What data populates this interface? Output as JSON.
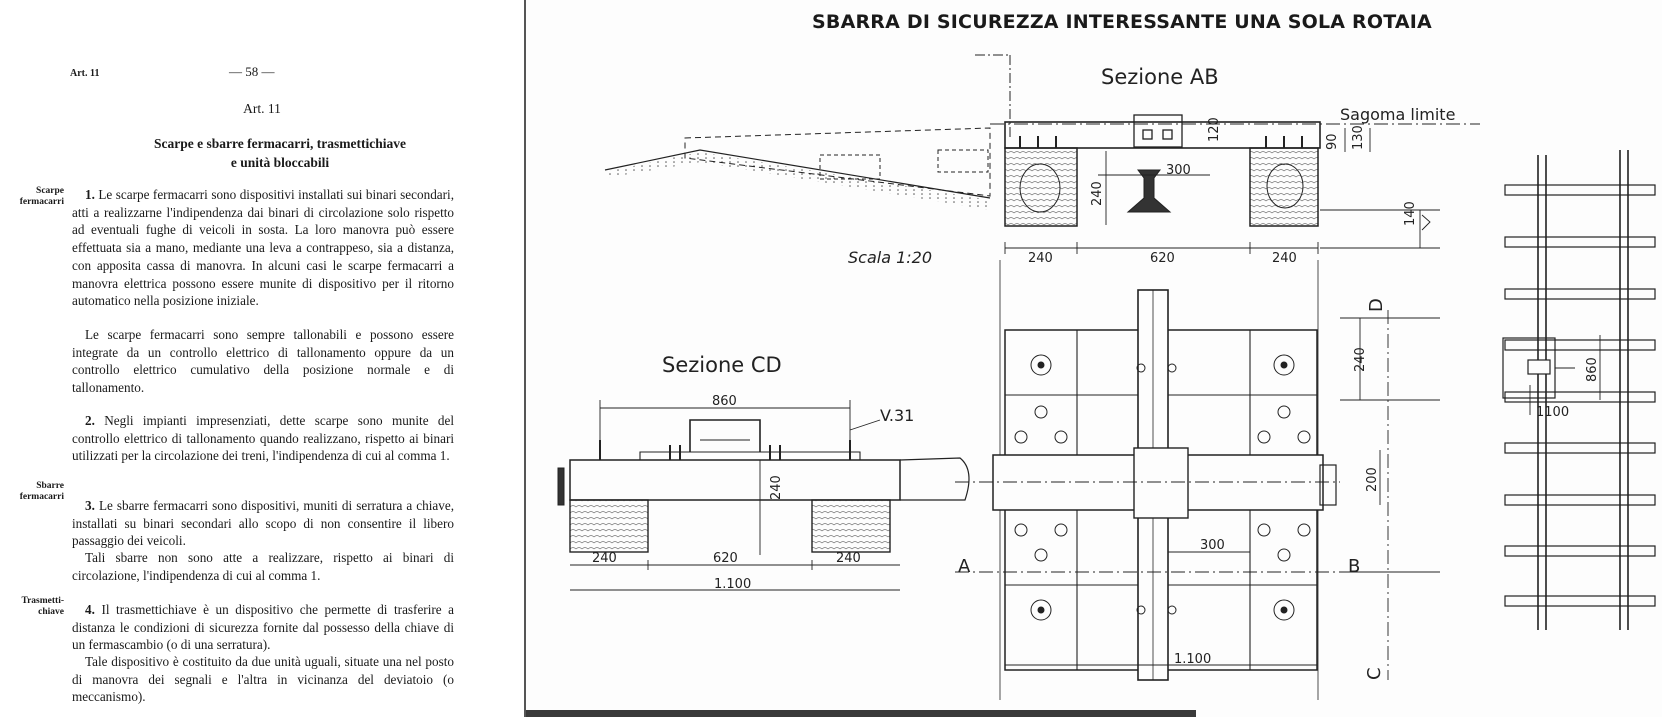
{
  "left_page": {
    "article_header": "Art. 11",
    "page_number": "— 58 —",
    "article_title": "Art. 11",
    "section_title_line1": "Scarpe e sbarre fermacarri, trasmettichiave",
    "section_title_line2": "e unità bloccabili",
    "side_labels": {
      "scarpe_line1": "Scarpe",
      "scarpe_line2": "fermacarri",
      "sbarre_line1": "Sbarre",
      "sbarre_line2": "fermacarri",
      "trasm_line1": "Trasmetti-",
      "trasm_line2": "chiave"
    },
    "paragraphs": {
      "p1_num": "1.",
      "p1_text": "Le scarpe fermacarri sono dispositivi installati sui binari secondari, atti a realizzarne l'indipendenza dai binari di circolazione solo rispetto ad eventuali fughe di veicoli in sosta. La loro manovra può essere effettuata sia a mano, mediante una leva a contrappeso, sia a distanza, con apposita cassa di manovra. In alcuni casi le scarpe fermacarri a manovra elettrica possono essere munite di dispositivo per il ritorno automatico nella posizione iniziale.",
      "p1b_text": "Le scarpe fermacarri sono sempre tallonabili e possono essere integrate da un controllo elettrico di tallonamento oppure da un controllo elettrico cumulativo della posizione normale e di tallonamento.",
      "p2_num": "2.",
      "p2_text": "Negli impianti impresenziati, dette scarpe sono munite del controllo elettrico di tallonamento quando realizzano, rispetto ai binari utilizzati per la circolazione dei treni, l'indipendenza di cui al comma 1.",
      "p3_num": "3.",
      "p3_text": "Le sbarre fermacarri sono dispositivi, muniti di serratura a chiave, installati su binari secondari allo scopo di non consentire il libero passaggio dei veicoli.",
      "p3b_text": "Tali sbarre non sono atte a realizzare, rispetto ai binari di circolazione, l'indipendenza di cui al comma 1.",
      "p4_num": "4.",
      "p4_text": "Il trasmettichiave è un dispositivo che permette di trasferire a distanza le condizioni di sicurezza fornite dal possesso della chiave di un fermascambio (o di una serratura).",
      "p4b_text": "Tale dispositivo è costituito da due unità uguali, situate una nel posto di manovra dei segnali e l'altra in vicinanza del deviatoio (o meccanismo)."
    }
  },
  "drawing": {
    "title": "SBARRA DI SICUREZZA INTERESSANTE UNA SOLA ROTAIA",
    "section_ab_label": "Sezione AB",
    "section_cd_label": "Sezione CD",
    "scale_label": "Scala 1:20",
    "sagoma_label": "Sagoma limite",
    "ref_v31": "V.31",
    "letters": {
      "a": "A",
      "b": "B",
      "d": "D",
      "c": "C"
    },
    "dimensions": {
      "d120": "120",
      "d90": "90",
      "d130": "130",
      "d300_top": "300",
      "d240_v": "240",
      "d140": "140",
      "d240_l": "240",
      "d620": "620",
      "d240_r": "240",
      "d240_plan": "240",
      "d200": "200",
      "d300_plan": "300",
      "d1100_plan": "1.100",
      "d860_cd": "860",
      "d240_cd_v": "240",
      "d240_cd_l": "240",
      "d620_cd": "620",
      "d240_cd_r": "240",
      "d1100_cd": "1.100",
      "d860_track": "860",
      "d1100_track": "1100"
    }
  }
}
